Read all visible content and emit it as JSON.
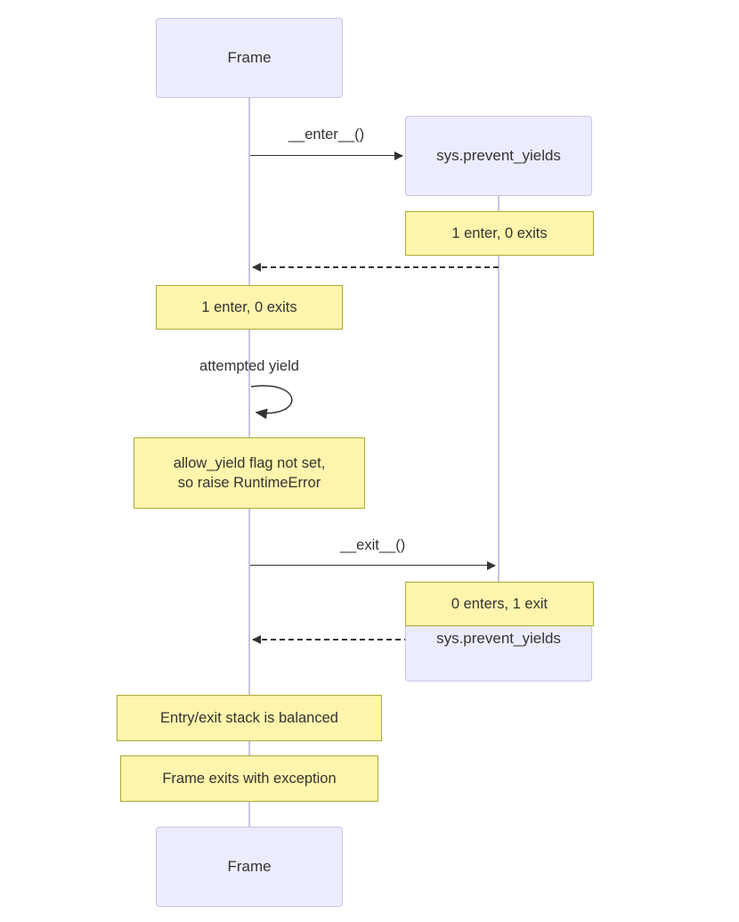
{
  "diagram": {
    "type": "sequence-diagram",
    "participants": [
      {
        "id": "frame",
        "label": "Frame"
      },
      {
        "id": "sys_prevent_yields",
        "label": "sys.prevent_yields"
      }
    ],
    "messages": [
      {
        "label": "__enter__()",
        "from": "Frame",
        "to": "sys.prevent_yields",
        "line": "solid"
      },
      {
        "label": "",
        "from": "sys.prevent_yields",
        "to": "Frame",
        "line": "dashed"
      },
      {
        "label": "attempted yield",
        "from": "Frame",
        "to": "Frame",
        "line": "self"
      },
      {
        "label": "__exit__()",
        "from": "Frame",
        "to": "sys.prevent_yields",
        "line": "solid"
      },
      {
        "label": "",
        "from": "sys.prevent_yields",
        "to": "Frame",
        "line": "dashed"
      }
    ],
    "notes": [
      {
        "text": "1 enter, 0 exits",
        "over": "sys.prevent_yields"
      },
      {
        "text": "1 enter, 0 exits",
        "over": "Frame"
      },
      {
        "text": "allow_yield flag not set,\nso raise RuntimeError",
        "over": "Frame"
      },
      {
        "text": "0 enters, 1 exit",
        "over": "sys.prevent_yields"
      },
      {
        "text": "Entry/exit stack is balanced",
        "over": "Frame"
      },
      {
        "text": "Frame exits with exception",
        "over": "Frame"
      }
    ],
    "colors": {
      "actor_fill": "#ECECFF",
      "actor_border": "#CBC4EA",
      "note_fill": "#FFF5AD",
      "note_border": "#AAAA33",
      "line": "#333333",
      "lifeline": "#C9C5E2",
      "text": "#333333",
      "background": "#FFFFFF"
    }
  }
}
